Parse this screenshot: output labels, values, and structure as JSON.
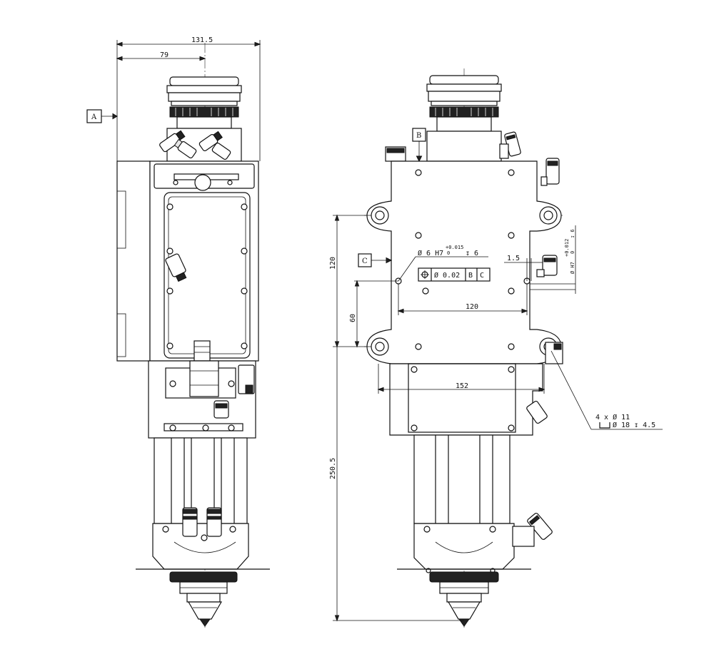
{
  "dimensions": {
    "overall_width": "131.5",
    "center_offset": "79",
    "height_120": "120",
    "height_60": "60",
    "height_250": "250.5",
    "hole_spacing_120": "120",
    "width_152": "152",
    "offset_1_5": "1.5"
  },
  "datums": {
    "a": "A",
    "b": "B",
    "c": "C"
  },
  "callouts": {
    "hole_spec_phi": "Ø 6 H7",
    "hole_spec_tol_upper": "+0.015",
    "hole_spec_tol_lower": "0",
    "hole_spec_depth": "↧ 6",
    "fcf_value": "Ø 0.02",
    "fcf_datum_b": "B",
    "fcf_datum_c": "C",
    "side_hole_spec": "Ø H7",
    "side_hole_tol_upper": "+0.012",
    "side_hole_tol_lower": "0",
    "side_hole_depth": "↧ 6",
    "mount_holes_count": "4 x Ø 11",
    "mount_holes_cbore": "Ø 18 ↧ 4.5"
  }
}
